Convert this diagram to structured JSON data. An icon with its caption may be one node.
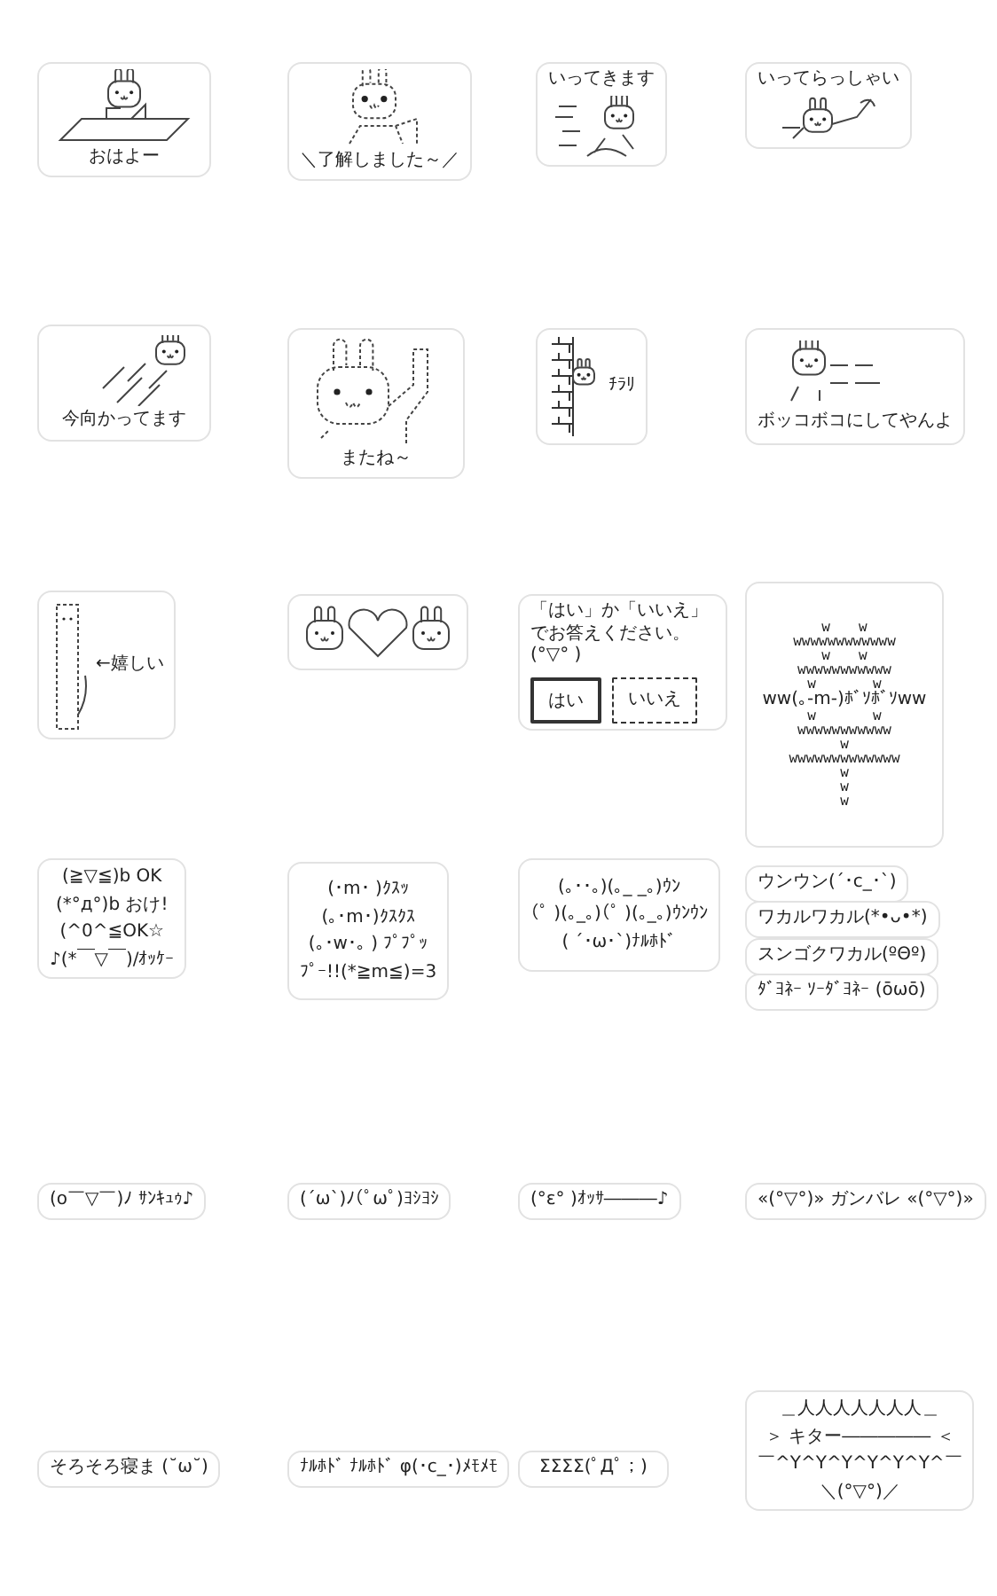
{
  "diagram": {
    "nodes": [
      {
        "text": [
          "おはよー"
        ]
      },
      {
        "text": [
          "＼了解しました～／"
        ]
      },
      {
        "text": [
          "いってきます"
        ]
      },
      {
        "text": [
          "いってらっしゃい"
        ]
      },
      {
        "text": [
          "今向かってます"
        ]
      },
      {
        "text": [
          "またね～"
        ]
      },
      {
        "text": [
          "ﾁﾗﾘ"
        ]
      },
      {
        "text": [
          "ボッコボコにしてやんよ"
        ]
      },
      {
        "text": [
          "←嬉しい"
        ]
      },
      {
        "text": [],
        "shape": "picture"
      },
      {
        "text": [
          "「はい」か「いいえ」でお答えください。(°▽° )",
          "はい",
          "いいえ"
        ]
      },
      {
        "text": [
          "w　　w",
          "wwwwwwwwwwww",
          "w　　w",
          "wwwwwwwwwww",
          "w　　　　w",
          "ww(｡-m-)ﾎﾞｿﾎﾞｿww",
          "w　　　　w",
          "wwwwwwwwwww",
          "w",
          "wwwwwwwwwwwww",
          "w",
          "w",
          "w"
        ]
      },
      {
        "text": [
          "(≧▽≦)b OK",
          "(*°д°)b おけ!",
          "(^0^≦OK☆",
          "♪(*￣▽￣)/ｵｯｹｰ"
        ]
      },
      {
        "text": [
          "(･m･ )ｸｽｯ",
          "(｡･m･)ｸｽｸｽ",
          "(｡･w･｡ ) ﾌﾟﾌﾟｯ",
          "ﾌﾟｰ!!(*≧m≦)=3"
        ]
      },
      {
        "text": [
          "(｡･･｡)(｡_ _｡)ｳﾝ",
          "(ﾟ )(｡_｡)(ﾟ )(｡_｡)ｳﾝｳﾝ",
          "( ´･ω･`)ﾅﾙﾎﾄﾞ"
        ]
      },
      {
        "text": [
          "ウンウン(´･c_･`)"
        ]
      },
      {
        "text": [
          "ワカルワカル(*•ᴗ•*)"
        ]
      },
      {
        "text": [
          "スンゴクワカル(ºΘº)"
        ]
      },
      {
        "text": [
          "ﾀﾞﾖﾈｰ ｿｰﾀﾞﾖﾈｰ (ōωō)"
        ]
      },
      {
        "text": [
          "(o￣▽￣)ﾉ ｻﾝｷｭｩ♪"
        ]
      },
      {
        "text": [
          "(´ω`)ﾉ(ﾟωﾟ)ﾖｼﾖｼ"
        ]
      },
      {
        "text": [
          "(°ε° )ｵｯｻ―――♪"
        ]
      },
      {
        "text": [
          "«(°▽°)» ガンバレ «(°▽°)»"
        ]
      },
      {
        "text": [
          "そろそろ寝ま (˘ω˘)"
        ]
      },
      {
        "text": [
          "ﾅﾙﾎﾄﾞ ﾅﾙﾎﾄﾞ φ(･c_･)ﾒﾓﾒﾓ"
        ]
      },
      {
        "text": [
          "ΣΣΣΣ(ﾟДﾟ；)"
        ]
      },
      {
        "text": [
          "＿人人人人人人人＿",
          "＞ キター――――― ＜",
          "￣^Y^Y^Y^Y^Y^Y^￣",
          "＼(°▽°)／"
        ]
      }
    ]
  }
}
